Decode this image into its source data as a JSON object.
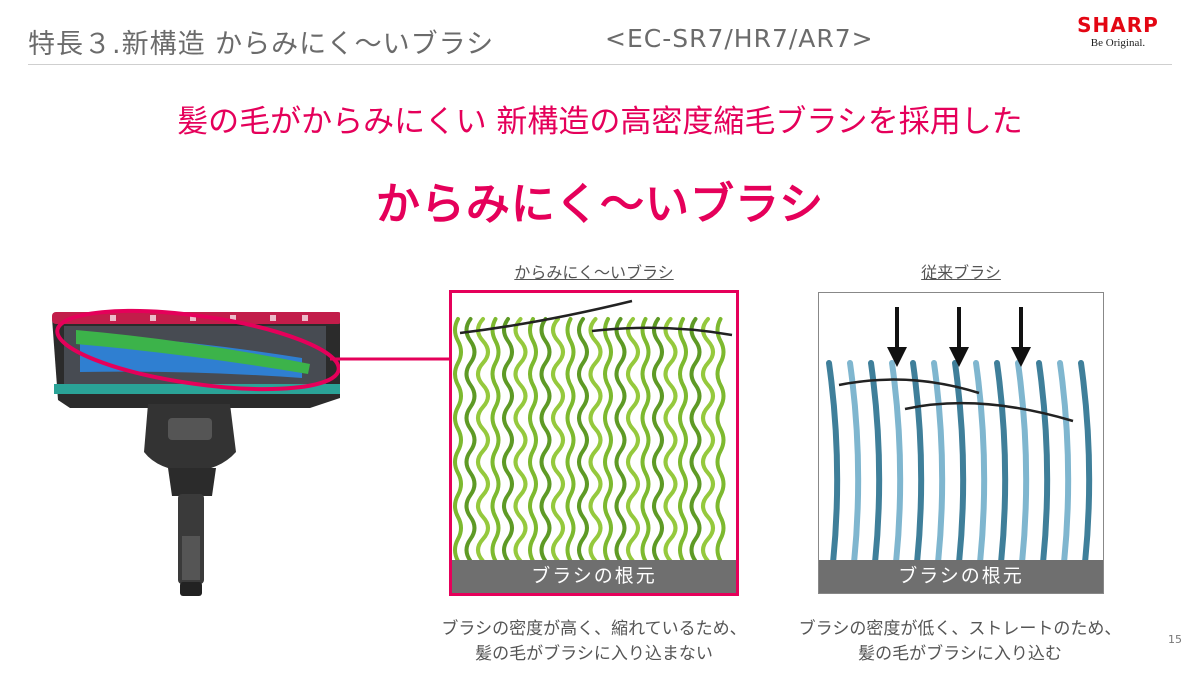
{
  "header": {
    "title": "特長３.新構造 からみにく〜いブラシ",
    "models": "<EC-SR7/HR7/AR7>",
    "logo": {
      "name": "SHARP",
      "tagline": "Be Original."
    }
  },
  "headline": "髪の毛がからみにくい 新構造の高密度縮毛ブラシを採用した",
  "product_name": "からみにく〜いブラシ",
  "panels": {
    "new": {
      "caption": "からみにく〜いブラシ",
      "base_label": "ブラシの根元",
      "description": [
        "ブラシの密度が高く、縮れているため、",
        "髪の毛がブラシに入り込まない"
      ],
      "bristle_colors": [
        "#7db92f",
        "#5e9a25",
        "#95c93d"
      ],
      "border_color": "#e5005a"
    },
    "conventional": {
      "caption": "従来ブラシ",
      "base_label": "ブラシの根元",
      "description": [
        "ブラシの密度が低く、ストレートのため、",
        "髪の毛がブラシに入り込む"
      ],
      "bristle_colors": [
        "#3f7f9a",
        "#7fb6cf"
      ]
    }
  },
  "page_number": "15",
  "colors": {
    "accent": "#e5005a",
    "text_gray": "#6b6b6b",
    "base_gray": "#6f6f6f"
  }
}
